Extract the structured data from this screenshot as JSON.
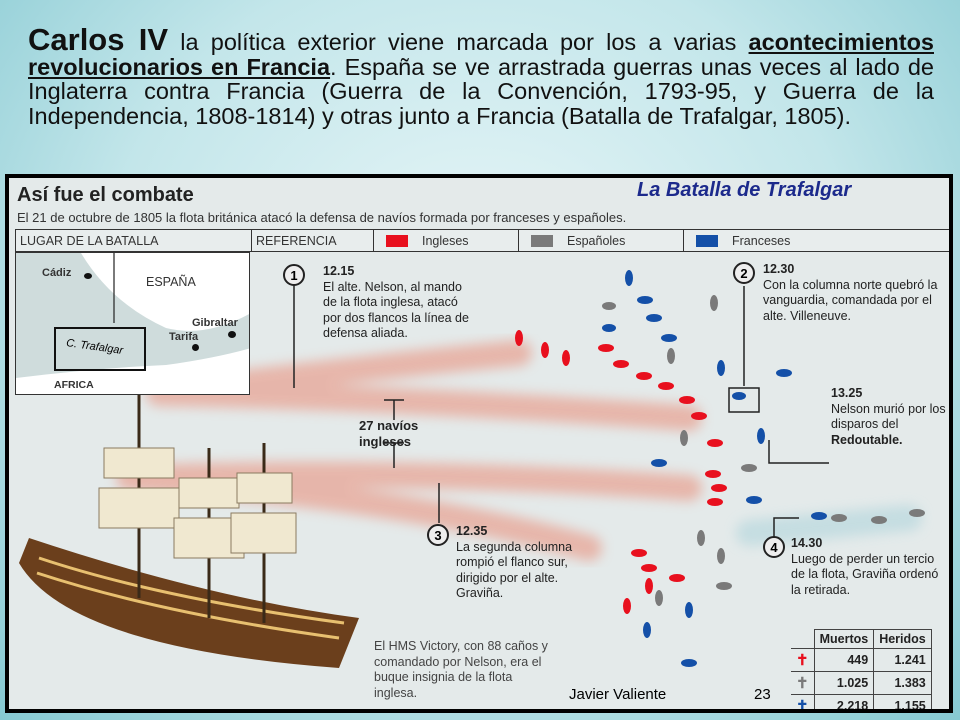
{
  "intro": {
    "lead": "Carlos IV",
    "t1": " la política exterior viene marcada por los a varias ",
    "underlined": "acontecimientos revolucionarios en Francia",
    "t2": ". España se ve arrastrada guerras unas veces al lado de Inglaterra contra Francia (Guerra de la Convención, 1793-95, y Guerra de la Independencia, 1808-1814) y otras junto a Francia (Batalla de Trafalgar, 1805)."
  },
  "infographic": {
    "slide_title": "La Batalla de Trafalgar",
    "title": "Así fue el combate",
    "subtitle": "El 21 de octubre de 1805 la flota británica atacó la defensa de navíos formada por franceses y españoles.",
    "header": {
      "place": "LUGAR DE LA BATALLA",
      "reference": "REFERENCIA",
      "legend": [
        {
          "label": "Ingleses",
          "color": "#e8101e"
        },
        {
          "label": "Españoles",
          "color": "#7a7a7a"
        },
        {
          "label": "Franceses",
          "color": "#1450a8"
        }
      ]
    },
    "map": {
      "cadiz": "Cádiz",
      "spain": "ESPAÑA",
      "gibraltar": "Gibraltar",
      "tarifa": "Tarifa",
      "trafalgar": "C. Trafalgar",
      "africa": "AFRICA"
    },
    "events": [
      {
        "n": "1",
        "time": "12.15",
        "text": "El alte. Nelson, al mando de la flota inglesa, atacó por dos flancos la línea de defensa aliada."
      },
      {
        "n": "2",
        "time": "12.30",
        "text": "Con la columna norte quebró la vanguardia, comandada por el alte. Villeneuve."
      },
      {
        "n": "3",
        "time": "12.35",
        "text": "La segunda columna rompió el flanco sur, dirigido por el alte. Graviña."
      },
      {
        "n": "4",
        "time": "14.30",
        "text": "Luego de perder un tercio de la flota, Graviña ordenó la retirada."
      }
    ],
    "nelson": {
      "time": "13.25",
      "text": "Nelson murió por los disparos del",
      "ship": "Redoutable."
    },
    "ships_label": "27 navíos ingleses",
    "victory": "El HMS Victory, con 88 caños y comandado por Nelson, era el buque insignia de la flota inglesa.",
    "casualties": {
      "headers": [
        "Muertos",
        "Heridos"
      ],
      "rows": [
        {
          "side": "Ingleses",
          "color": "#e8101e",
          "dead": "449",
          "wounded": "1.241"
        },
        {
          "side": "Españoles",
          "color": "#7a7a7a",
          "dead": "1.025",
          "wounded": "1.383"
        },
        {
          "side": "Franceses",
          "color": "#1450a8",
          "dead": "2.218",
          "wounded": "1.155"
        }
      ]
    }
  },
  "footer": {
    "author": "Javier Valiente",
    "page": "23"
  }
}
